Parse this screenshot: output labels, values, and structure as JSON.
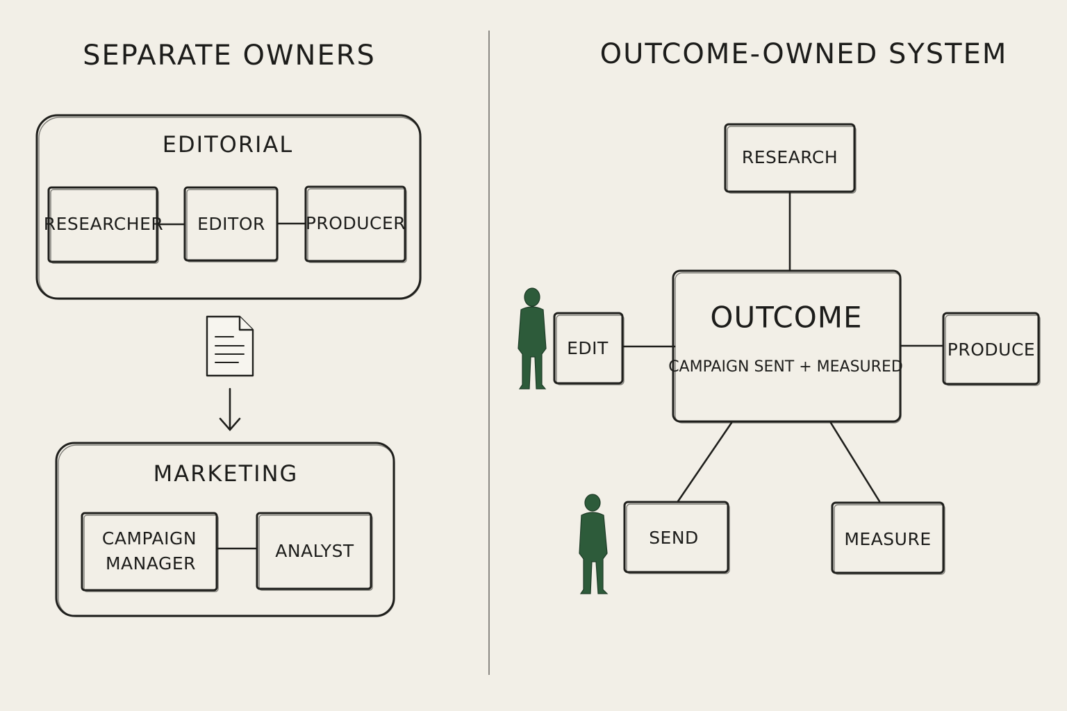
{
  "left_panel": {
    "title": "SEPARATE OWNERS",
    "editorial": {
      "label": "EDITORIAL",
      "roles": [
        "RESEARCHER",
        "EDITOR",
        "PRODUCER"
      ]
    },
    "marketing": {
      "label": "MARKETING",
      "roles": [
        [
          "CAMPAIGN",
          "MANAGER"
        ],
        "ANALYST"
      ]
    },
    "handoff_icon": "document-icon"
  },
  "right_panel": {
    "title": "OUTCOME-OWNED SYSTEM",
    "hub": {
      "label": "OUTCOME",
      "sublabel": "CAMPAIGN SENT + MEASURED"
    },
    "spokes": {
      "research": "RESEARCH",
      "edit": "EDIT",
      "produce": "PRODUCE",
      "send": "SEND",
      "measure": "MEASURE"
    },
    "person_icon": "person-icon"
  },
  "colors": {
    "background": "#f2efe7",
    "ink": "#1f1f1c",
    "person": "#2d5b3a",
    "divider": "#8a8883"
  }
}
